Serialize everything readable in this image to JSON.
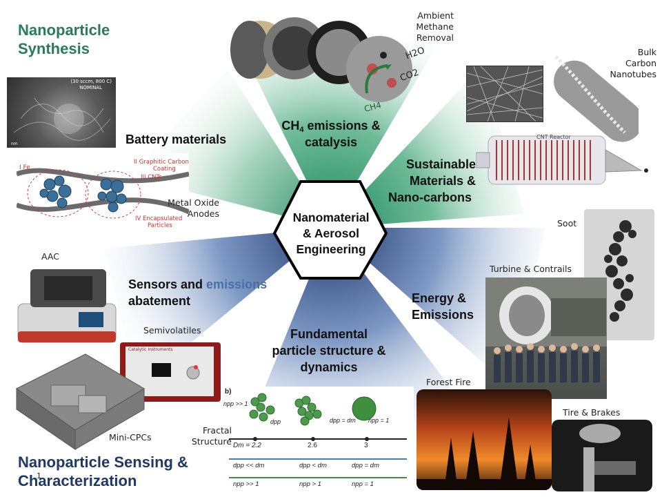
{
  "center": {
    "line1": "Nanomaterial",
    "line2": "& Aerosol",
    "line3": "Engineering"
  },
  "headings": {
    "synthesis_line1": "Nanoparticle",
    "synthesis_line2": "Synthesis",
    "sensing_line1": "Nanoparticle Sensing &",
    "sensing_line2": "Characterization"
  },
  "sectors": {
    "battery": "Battery materials",
    "ch4_prefix": "CH",
    "ch4_sub": "4",
    "ch4_suffix": " emissions &",
    "ch4_line2": "catalysis",
    "sustainable_line1": "Sustainable",
    "sustainable_line2": "Materials &",
    "sustainable_line3": "Nano-carbons",
    "sensors_part1": "Sensors and",
    "sensors_part2": " emissions",
    "sensors_line2": "abatement",
    "fundamental_line1": "Fundamental",
    "fundamental_line2": "particle structure &",
    "fundamental_line3": "dynamics",
    "energy_line1": "Energy &",
    "energy_line2": "Emissions"
  },
  "labels": {
    "ambient": "Ambient",
    "methane": "Methane",
    "removal": "Removal",
    "bulk": "Bulk",
    "carbon": "Carbon",
    "nanotubes": "Nanotubes",
    "metal_oxide": "Metal Oxide",
    "anodes": "Anodes",
    "soot": "Soot",
    "aac": "AAC",
    "turbine": "Turbine & Contrails",
    "semivolatiles": "Semivolatiles",
    "forest_fire": "Forest Fire",
    "tire_brakes": "Tire & Brakes",
    "mini_cpcs": "Mini-CPCs",
    "fractal": "Fractal",
    "structure": "Structure",
    "page_number": "1"
  },
  "insets": {
    "sem_top": "(30 sccm, 800 C)",
    "sem_bottom": "NOMINAL",
    "sem_scale": "nm",
    "battery_fe": "I Fe",
    "battery_gc1": "II Graphitic Carbon",
    "battery_gc2": "Coating",
    "battery_cnt": "III CNTs",
    "battery_iv1": "IV Encapsulated",
    "battery_iv2": "Particles",
    "h2o": "H2O",
    "co2": "CO2",
    "ch4": "CH4",
    "reactor": "CNT Reactor",
    "semivol_brand": "Catalytic Instruments",
    "fractal_panel": "b)",
    "npp_gt1": "npp >> 1",
    "dpp": "dpp",
    "dpp_dm": "dpp = dm",
    "npp_1": "npp = 1",
    "dm_22": "Dm = 2.2",
    "v26": "2.6",
    "v3": "3",
    "row2_a": "dpp << dm",
    "row2_b": "dpp < dm",
    "row2_c": "dpp = dm",
    "row3_a": "npp >> 1",
    "row3_b": "npp > 1",
    "row3_c": "npp = 1"
  },
  "colors": {
    "green": "#2e8b67",
    "green_heading": "#2a7a5c",
    "navy": "#1f3864",
    "blue": "#4a6fa5",
    "bar_black": "#222222",
    "bar_blue": "#3c7fc4",
    "bar_green": "#3f8f3f"
  }
}
